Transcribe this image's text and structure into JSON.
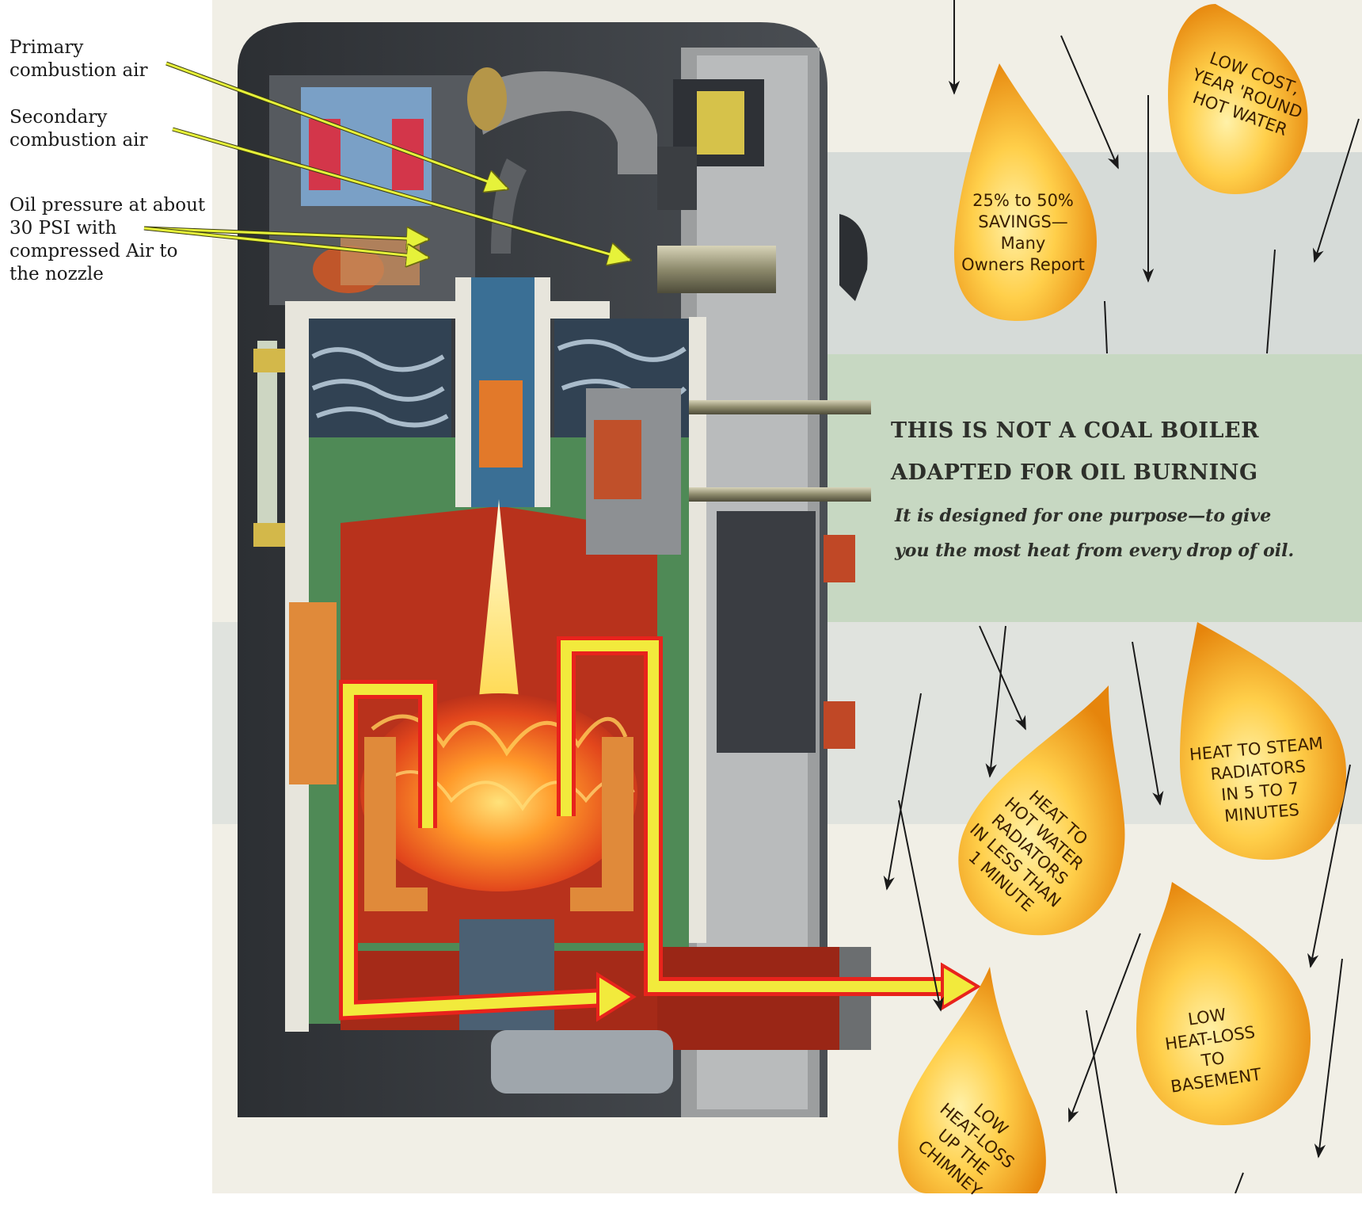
{
  "callouts": {
    "primary_line1": "Primary",
    "primary_line2": "combustion air",
    "secondary_line1": "Secondary",
    "secondary_line2": "combustion air",
    "oil_line1": "Oil pressure at about",
    "oil_line2": "30 PSI with",
    "oil_line3": "compressed Air to",
    "oil_line4": "the nozzle"
  },
  "banner": {
    "headline_line1": "THIS IS NOT A COAL BOILER",
    "headline_line2": "ADAPTED FOR OIL BURNING",
    "tagline_line1": "It is designed for one purpose—to give",
    "tagline_line2": "you the most heat from every drop of oil."
  },
  "drops": {
    "savings": [
      "25% to 50%",
      "SAVINGS—",
      "Many",
      "Owners Report"
    ],
    "hot_water": [
      "LOW COST,",
      "YEAR 'ROUND",
      "HOT WATER"
    ],
    "hot_water_radiators": [
      "HEAT TO",
      "HOT WATER",
      "RADIATORS",
      "IN LESS THAN",
      "1 MINUTE"
    ],
    "steam_radiators": [
      "HEAT TO STEAM",
      "RADIATORS",
      "IN 5 TO 7",
      "MINUTES"
    ],
    "basement": [
      "LOW",
      "HEAT-LOSS",
      "TO",
      "BASEMENT"
    ],
    "chimney": [
      "LOW",
      "HEAT-LOSS",
      "UP THE",
      "CHIMNEY"
    ]
  },
  "colors": {
    "drop_light": "#ffd35a",
    "drop_dark": "#e98a10",
    "flue_arrow": "#f2ea3c",
    "flue_outline": "#e8231c",
    "callout_arrow": "#e6f23a",
    "band_gray": "#d8dcd8",
    "band_green": "#c5d6c0",
    "fire_red": "#b8321c",
    "water_green": "#4f8a56"
  }
}
